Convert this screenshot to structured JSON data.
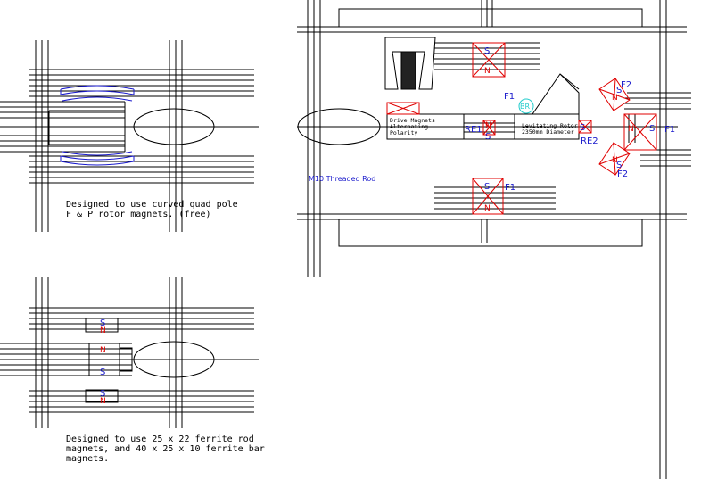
{
  "notes": {
    "top_left": [
      "Designed to use curved quad pole",
      "F & P rotor magnets. (free)"
    ],
    "bottom_left": [
      "Designed to use 25 x 22 ferrite rod",
      "magnets, and 40 x 25 x 10 ferrite bar",
      "magnets."
    ]
  },
  "labels": {
    "drive_magnets": [
      "Drive Magnets",
      "Alternating",
      "Polarity"
    ],
    "levitating_rotor": [
      "Levitating Rotor",
      "2350mm Diameter"
    ],
    "re1": "RE1",
    "re2": "RE2",
    "f1_top": "F1",
    "f1_right": "F1",
    "f1_bottom": "F1",
    "f2_top": "F2",
    "f2_bottom": "F2",
    "br": "BR",
    "threaded_rod": "M10 Threaded Rod"
  },
  "poles": {
    "n": "N",
    "s": "S"
  },
  "colors": {
    "magnet": "#e00000",
    "label": "#1a1acc",
    "bearing": "#22cccc"
  }
}
